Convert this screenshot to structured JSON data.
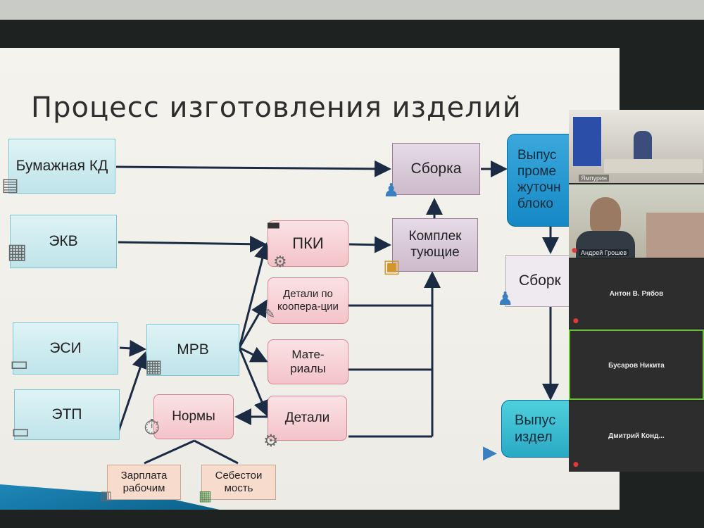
{
  "slide": {
    "title": "Процесс изготовления изделий",
    "boxes": {
      "paper_kd": "Бумажная КД",
      "ekv": "ЭКВ",
      "esi": "ЭСИ",
      "etp": "ЭТП",
      "mrv": "МРВ",
      "pki": "ПКИ",
      "details_coop": "Детали по коопера-ции",
      "materials": "Мате-риалы",
      "details": "Детали",
      "norms": "Нормы",
      "salary": "Зарплата рабочим",
      "cost": "Себестои мость",
      "assembly": "Сборка",
      "components": "Комплек тующие",
      "release_intermediate": "Выпус проме жуточн блоко",
      "assembly2": "Сборк",
      "release_products": "Выпус издел"
    }
  },
  "video_panel": {
    "participants": [
      {
        "name": "Ямпурин",
        "has_video": true
      },
      {
        "name": "Андрей Грошев",
        "has_video": true
      },
      {
        "name": "Антон В. Рябов",
        "has_video": false
      },
      {
        "name": "Бусаров Никита",
        "has_video": false,
        "active": true
      },
      {
        "name": "Дмитрий  Конд...",
        "has_video": false
      }
    ]
  },
  "colors": {
    "teal_box": "#bfe4ea",
    "pink_box": "#f3c3c9",
    "lilac_box": "#cdbacb",
    "blue_box": "#1688c4",
    "active_speaker_border": "#6bbf3a"
  }
}
